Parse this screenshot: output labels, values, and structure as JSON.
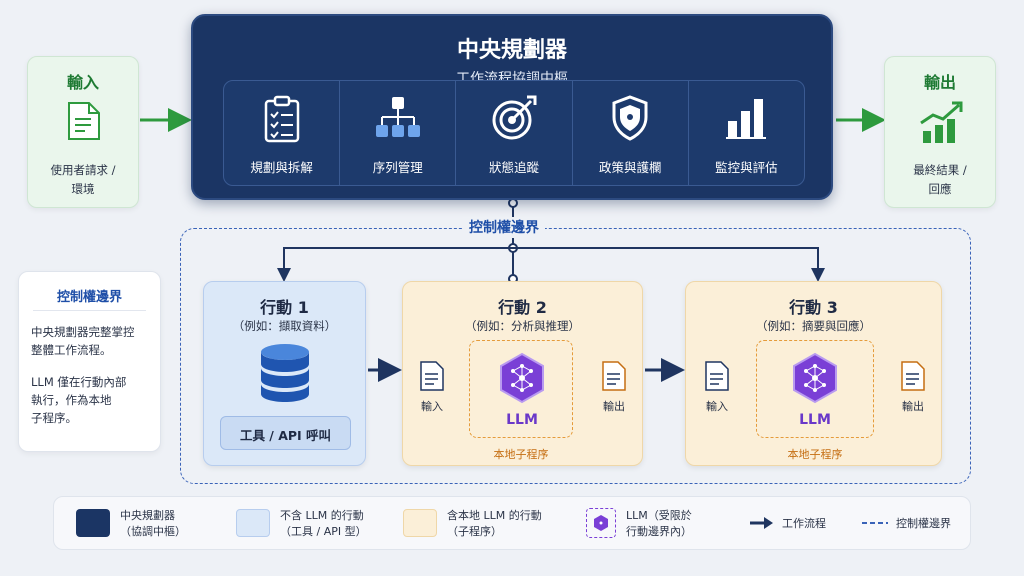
{
  "input": {
    "title": "輸入",
    "line1": "使用者請求 /",
    "line2": "環境",
    "icon": "document-icon"
  },
  "output": {
    "title": "輸出",
    "line1": "最終結果 /",
    "line2": "回應",
    "icon": "growth-chart-icon"
  },
  "planner": {
    "title": "中央規劃器",
    "subtitle": "工作流程協調中樞",
    "modules": [
      {
        "label": "規劃與拆解",
        "icon": "clipboard-checklist-icon"
      },
      {
        "label": "序列管理",
        "icon": "hierarchy-icon"
      },
      {
        "label": "狀態追蹤",
        "icon": "target-icon"
      },
      {
        "label": "政策與護欄",
        "icon": "shield-icon"
      },
      {
        "label": "監控與評估",
        "icon": "bar-chart-icon"
      }
    ]
  },
  "boundary": {
    "title": "控制權邊界"
  },
  "actions": [
    {
      "title": "行動 1",
      "subtitle": "（例如：擷取資料）",
      "tool_label": "工具 / API 呼叫",
      "icon": "database-icon"
    },
    {
      "title": "行動 2",
      "subtitle": "（例如：分析與推理）",
      "input_label": "輸入",
      "llm_label": "LLM",
      "output_label": "輸出",
      "sub_label": "本地子程序"
    },
    {
      "title": "行動 3",
      "subtitle": "（例如：摘要與回應）",
      "input_label": "輸入",
      "llm_label": "LLM",
      "output_label": "輸出",
      "sub_label": "本地子程序"
    }
  ],
  "side_legend": {
    "title": "控制權邊界",
    "p1_line1": "中央規劃器完整掌控",
    "p1_line2": "整體工作流程。",
    "p2_line1": "LLM 僅在行動內部",
    "p2_line2": "執行，作為本地",
    "p2_line3": "子程序。"
  },
  "legend": {
    "planner_l1": "中央規劃器",
    "planner_l2": "（協調中樞）",
    "nollm_l1": "不含 LLM 的行動",
    "nollm_l2": "（工具 / API 型）",
    "llm_action_l1": "含本地 LLM 的行動",
    "llm_action_l2": "（子程序）",
    "llm_l1": "LLM（受限於",
    "llm_l2": "行動邊界內）",
    "flow": "工作流程",
    "boundary": "控制權邊界"
  },
  "colors": {
    "planner": "#1b3564",
    "action_blue": "#dbe8f8",
    "action_orange": "#fbefd8",
    "llm_purple": "#7a3fd6",
    "flow_green": "#2e9a3e",
    "boundary_blue": "#3a63b8"
  }
}
